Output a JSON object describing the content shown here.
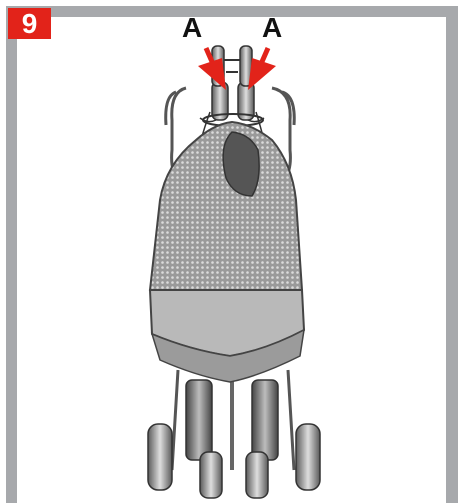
{
  "step": {
    "number": "9"
  },
  "callouts": {
    "left": "A",
    "right": "A"
  },
  "colors": {
    "badge": "#e2231a",
    "frame": "#a7a9ac",
    "arrow": "#e2231a"
  },
  "illustration": {
    "subject": "rollator-with-net-bag-front-view"
  }
}
